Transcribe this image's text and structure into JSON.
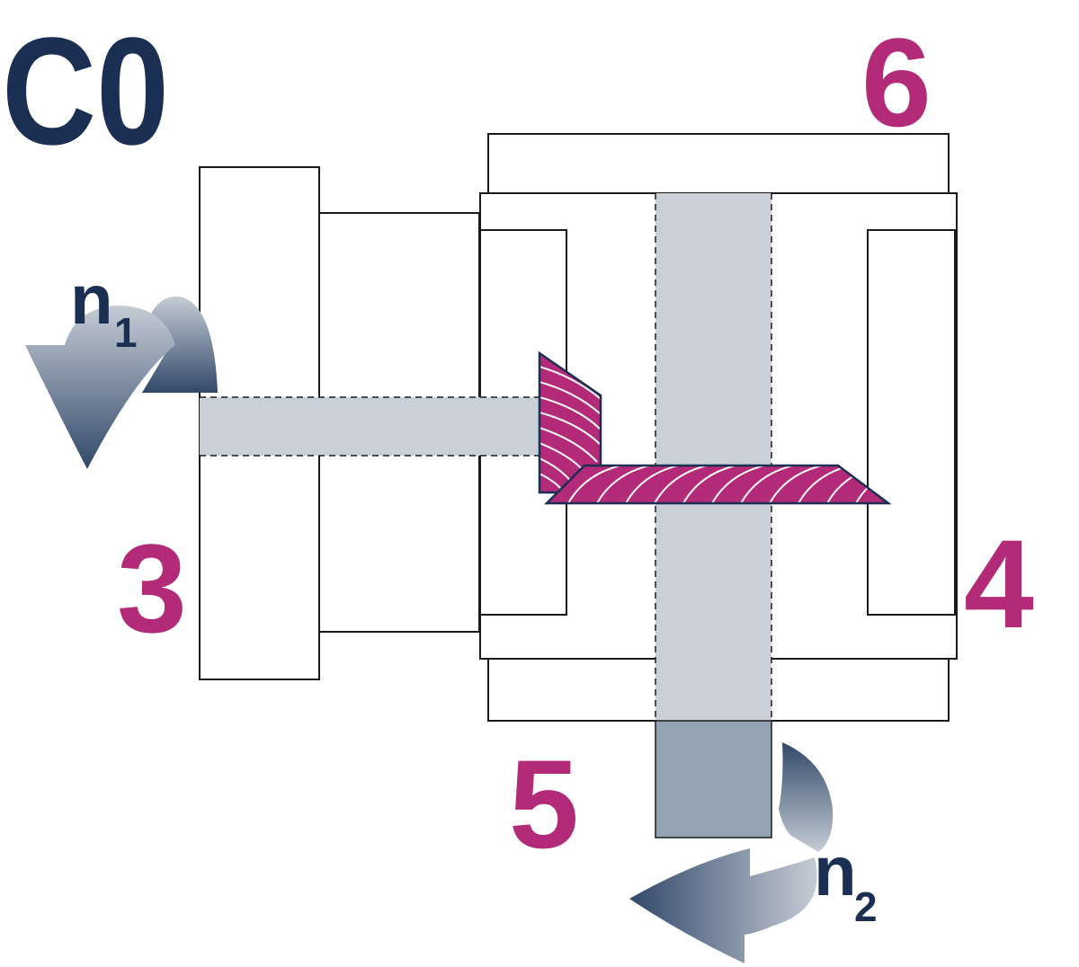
{
  "title": "C0",
  "input_speed": {
    "symbol": "n",
    "subscript": "1"
  },
  "output_speed": {
    "symbol": "n",
    "subscript": "2"
  },
  "part_labels": {
    "input_flange": "3",
    "housing_side": "4",
    "output_flange": "5",
    "housing_top": "6"
  },
  "colors": {
    "navy": "#1b2f52",
    "magenta": "#b22a78",
    "shaft": "#c9d0d8",
    "output_shaft": "#94a3b2",
    "arrow_light": "#c5ccd5",
    "arrow_dark": "#324869",
    "outline": "#1a1a1a"
  }
}
